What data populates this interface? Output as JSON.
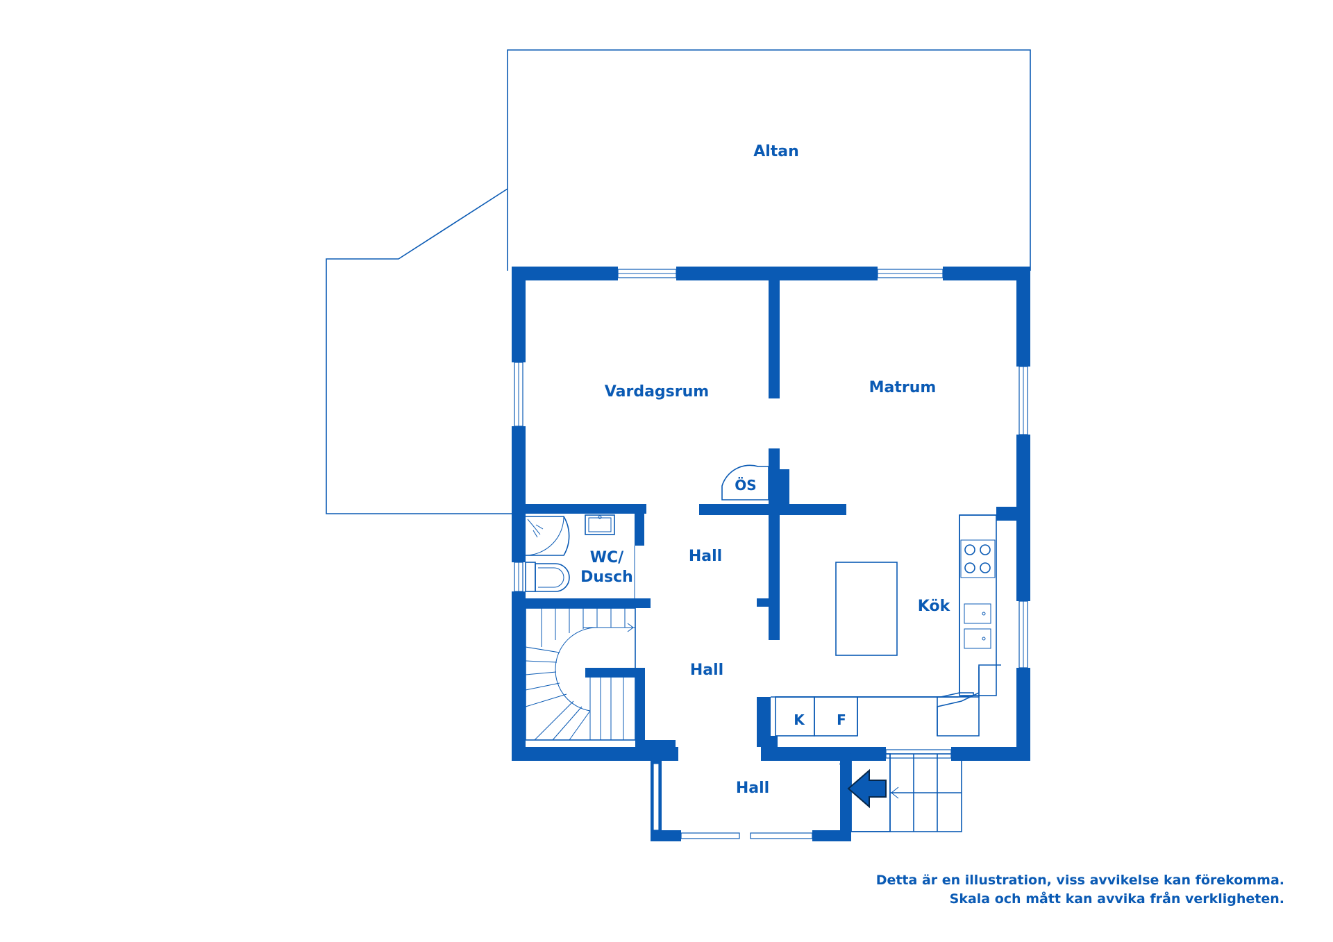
{
  "colors": {
    "wall": "#0a5ab4",
    "background": "#ffffff"
  },
  "rooms": {
    "altan": "Altan",
    "vardagsrum": "Vardagsrum",
    "matrum": "Matrum",
    "os": "ÖS",
    "wc_line1": "WC/",
    "wc_line2": "Dusch",
    "hall_upper": "Hall",
    "hall_middle": "Hall",
    "hall_entry": "Hall",
    "kok": "Kök",
    "k": "K",
    "f": "F"
  },
  "icons": {
    "entrance": "entrance-arrow-icon"
  },
  "disclaimer": {
    "line1": "Detta är en illustration, viss avvikelse kan förekomma.",
    "line2": "Skala och mått kan avvika från verkligheten."
  }
}
